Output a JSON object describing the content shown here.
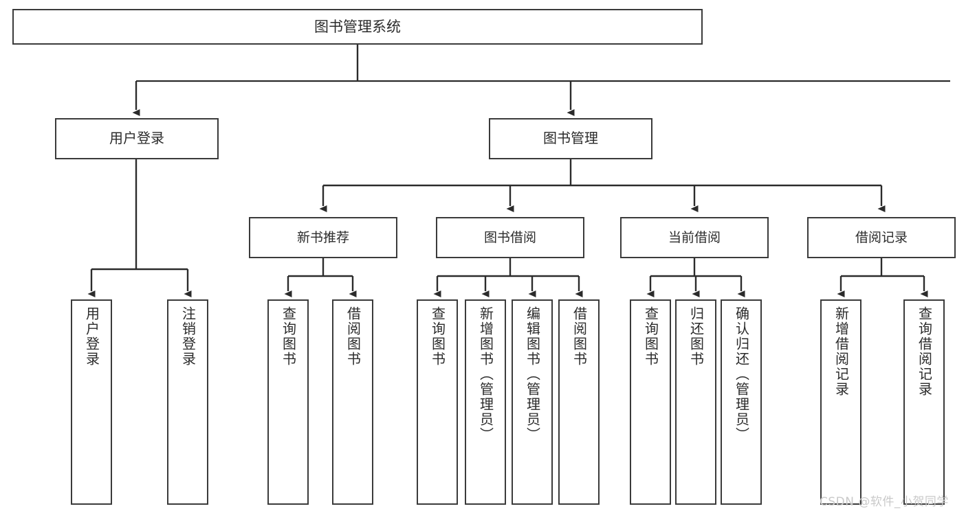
{
  "diagram": {
    "title": "图书管理系统",
    "type": "hierarchy-tree",
    "levels": 4,
    "root": {
      "label": "图书管理系统"
    },
    "level1": [
      {
        "label": "用户登录"
      },
      {
        "label": "图书管理"
      }
    ],
    "level2": [
      {
        "label": "新书推荐"
      },
      {
        "label": "图书借阅"
      },
      {
        "label": "当前借阅"
      },
      {
        "label": "借阅记录"
      }
    ],
    "leaves": {
      "user_login": [
        {
          "label": "用户登录"
        },
        {
          "label": "注销登录"
        }
      ],
      "new_book_recommend": [
        {
          "label": "查询图书"
        },
        {
          "label": "借阅图书"
        }
      ],
      "book_borrow": [
        {
          "label": "查询图书"
        },
        {
          "label": "新增图书（管理员）"
        },
        {
          "label": "编辑图书（管理员）"
        },
        {
          "label": "借阅图书"
        }
      ],
      "current_borrow": [
        {
          "label": "查询图书"
        },
        {
          "label": "归还图书"
        },
        {
          "label": "确认归还（管理员）"
        }
      ],
      "borrow_record": [
        {
          "label": "新增借阅记录"
        },
        {
          "label": "查询借阅记录"
        }
      ]
    }
  },
  "watermark": {
    "text": "CSDN @软件_小贺同学"
  },
  "colors": {
    "box_border": "#3a3a3a",
    "box_fill": "#ffffff",
    "text": "#2b2b2b",
    "connector": "#2b2b2b",
    "watermark": "#c9c9c9",
    "background": "#ffffff"
  }
}
